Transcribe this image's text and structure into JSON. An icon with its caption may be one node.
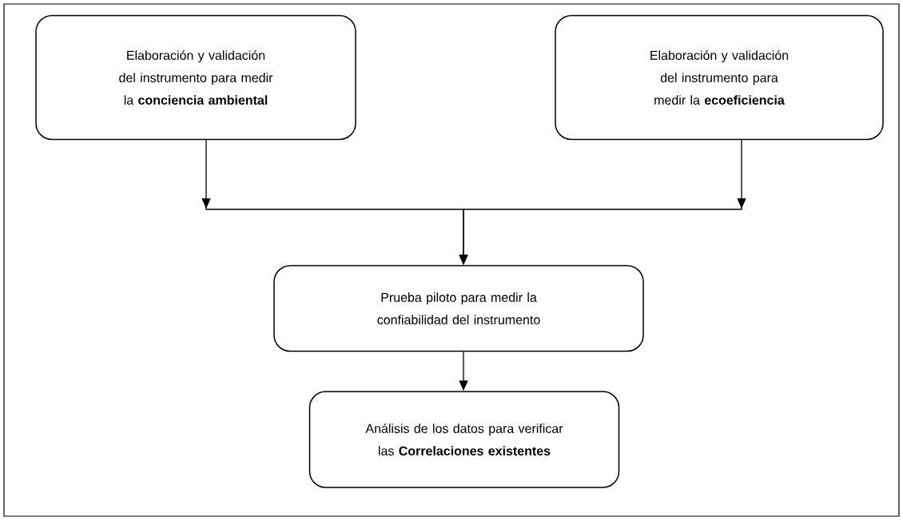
{
  "diagram": {
    "nodes": [
      {
        "text": [
          "Elaboración y validación del instrumento para medir la **conciencia ambiental**"
        ]
      },
      {
        "text": [
          "Elaboración y validación del instrumento para medir la **ecoeficiencia**"
        ]
      },
      {
        "text": [
          "Prueba piloto para medir la confiabilidad del instrumento"
        ]
      },
      {
        "text": [
          "Análisis de los datos para verificar las **Correlaciones existentes**"
        ]
      }
    ],
    "edges": [
      {
        "from": 0,
        "to": 2,
        "arrow": "to"
      },
      {
        "from": 1,
        "to": 2,
        "arrow": "to"
      },
      {
        "from": 2,
        "to": 3,
        "arrow": "to"
      }
    ]
  }
}
